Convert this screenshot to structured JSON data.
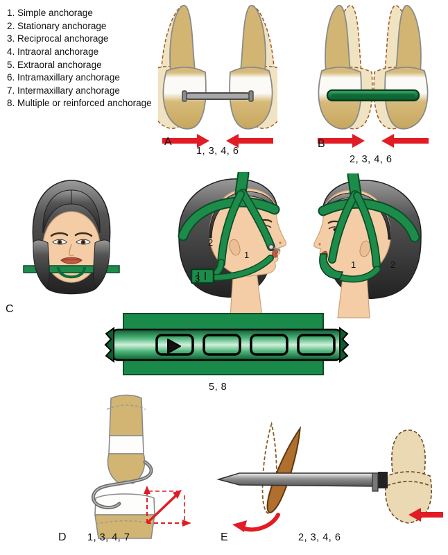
{
  "legend": {
    "items": [
      "1. Simple anchorage",
      "2. Stationary anchorage",
      "3. Reciprocal anchorage",
      "4. Intraoral anchorage",
      "5. Extraoral anchorage",
      "6. Intramaxillary anchorage",
      "7. Intermaxillary anchorage",
      "8. Multiple or reinforced anchorage"
    ]
  },
  "panels": {
    "a": {
      "label": "A",
      "caption": "1, 3, 4, 6"
    },
    "b": {
      "label": "B",
      "caption": "2, 3, 4, 6"
    },
    "c": {
      "label": "C"
    },
    "strap": {
      "caption": "5, 8"
    },
    "d": {
      "label": "D",
      "caption": "1, 3, 4, 7"
    },
    "e": {
      "label": "E",
      "caption": "2, 3, 4, 6"
    }
  },
  "headgear": {
    "middle_head": {
      "front_strap": "1",
      "back_strap": "2",
      "neck_buckle": "3"
    },
    "right_head": {
      "chin_strap": "1",
      "back_strap": "2"
    }
  },
  "colors": {
    "tooth_tan": "#d2b573",
    "tooth_outline": "#8a8a8a",
    "movement_dash_brown": "#a5551f",
    "strap_green": "#1d8c4b",
    "strap_green_dark": "#0b4d28",
    "arrow_red": "#e11c24",
    "skin": "#f4cda6",
    "hair_dark": "#2b2b2b"
  }
}
